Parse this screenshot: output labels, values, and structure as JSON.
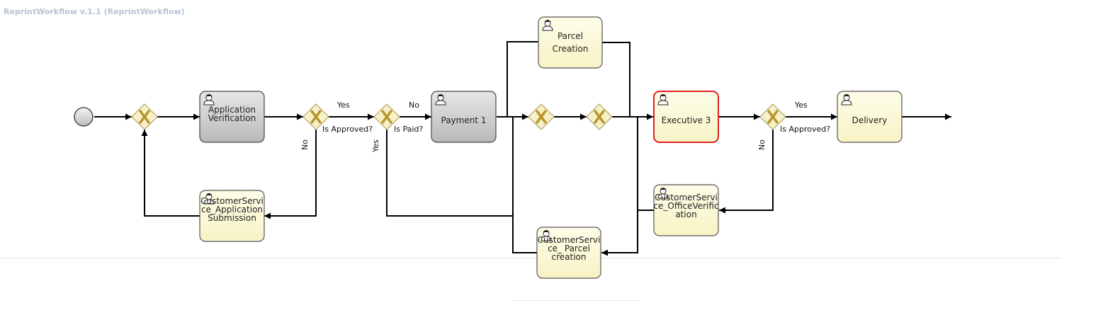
{
  "header": {
    "title": "ReprintWorkflow v.1.1 (ReprintWorkflow)"
  },
  "tasks": {
    "application_verification": {
      "lines": [
        "Application",
        "Verification"
      ],
      "style": "gray"
    },
    "cs_application_submission": {
      "lines": [
        "CustomerServi",
        "ce_Application",
        "Submission"
      ],
      "style": "yellow"
    },
    "payment": {
      "lines": [
        "Payment 1"
      ],
      "style": "gray"
    },
    "parcel_creation": {
      "lines": [
        "Parcel",
        "Creation"
      ],
      "style": "yellow"
    },
    "cs_parcel_creation": {
      "lines": [
        "CustomerServi",
        "ce_ Parcel",
        "creation"
      ],
      "style": "yellow"
    },
    "executive": {
      "lines": [
        "Executive 3"
      ],
      "style": "active"
    },
    "cs_office_verification": {
      "lines": [
        "CustomerServi",
        "ce_OfficeVerific",
        "ation"
      ],
      "style": "yellow"
    },
    "delivery": {
      "lines": [
        "Delivery"
      ],
      "style": "yellow"
    }
  },
  "gateways": {
    "gw1": {
      "label": ""
    },
    "gw_approved": {
      "label": "Is Approved?"
    },
    "gw_paid": {
      "label": "Is Paid?"
    },
    "gw_split": {
      "label": ""
    },
    "gw_join": {
      "label": ""
    },
    "gw_approved2": {
      "label": "Is Approved?"
    }
  },
  "flow_labels": {
    "approved_yes": "Yes",
    "approved_no": "No",
    "paid_no": "No",
    "paid_yes": "Yes",
    "approved2_yes": "Yes",
    "approved2_no": "No"
  },
  "colors": {
    "task_gray": "#c8c8c8",
    "task_yellow": "#fdfbd9",
    "active_border": "#e02020",
    "gateway_fill": "#f6f0c8",
    "gateway_mark": "#b8952a"
  }
}
